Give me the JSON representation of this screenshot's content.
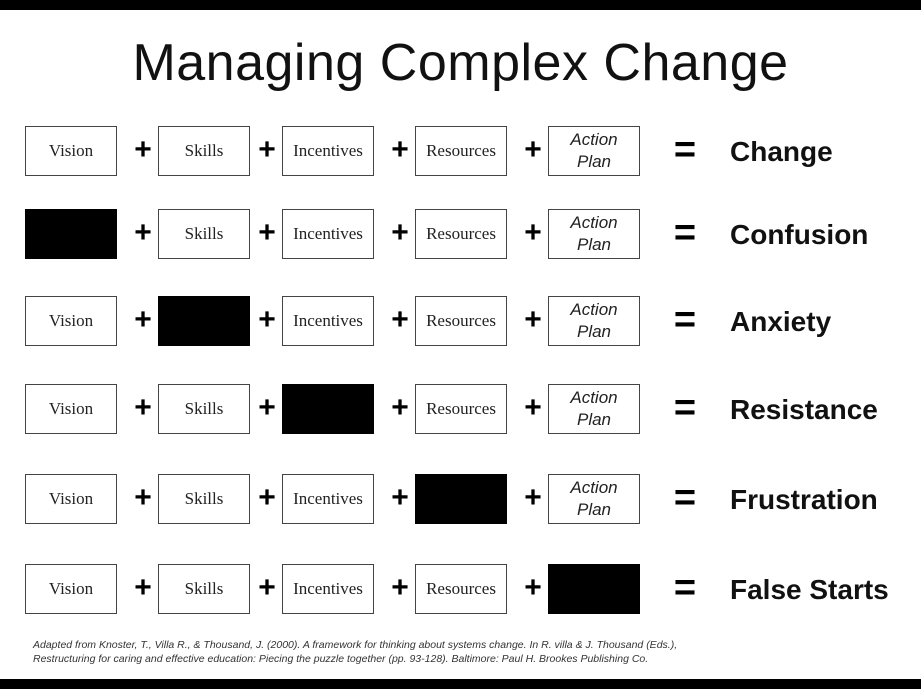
{
  "title": "Managing Complex Change",
  "rows": [
    {
      "result": "Change",
      "missing": null
    },
    {
      "result": "Confusion",
      "missing": "Vision"
    },
    {
      "result": "Anxiety",
      "missing": "Skills"
    },
    {
      "result": "Resistance",
      "missing": "Incentives"
    },
    {
      "result": "Frustration",
      "missing": "Resources"
    },
    {
      "result": "False Starts",
      "missing": "Action Plan"
    }
  ],
  "elements": {
    "vision": "Vision",
    "skills": "Skills",
    "incentives": "Incentives",
    "resources": "Resources",
    "action_plan_line1": "Action",
    "action_plan_line2": "Plan"
  },
  "operators": {
    "plus": "+",
    "equals": "="
  },
  "citation": {
    "line1": "Adapted from Knoster, T., Villa R., & Thousand, J. (2000). A framework for thinking about systems change. In R. villa & J. Thousand (Eds.),",
    "line2": "Restructuring for caring and effective education: Piecing the puzzle together (pp. 93-128). Baltimore: Paul H. Brookes Publishing Co."
  },
  "colors": {
    "background": "#ffffff",
    "missing_box": "#000000",
    "text": "#111111"
  }
}
